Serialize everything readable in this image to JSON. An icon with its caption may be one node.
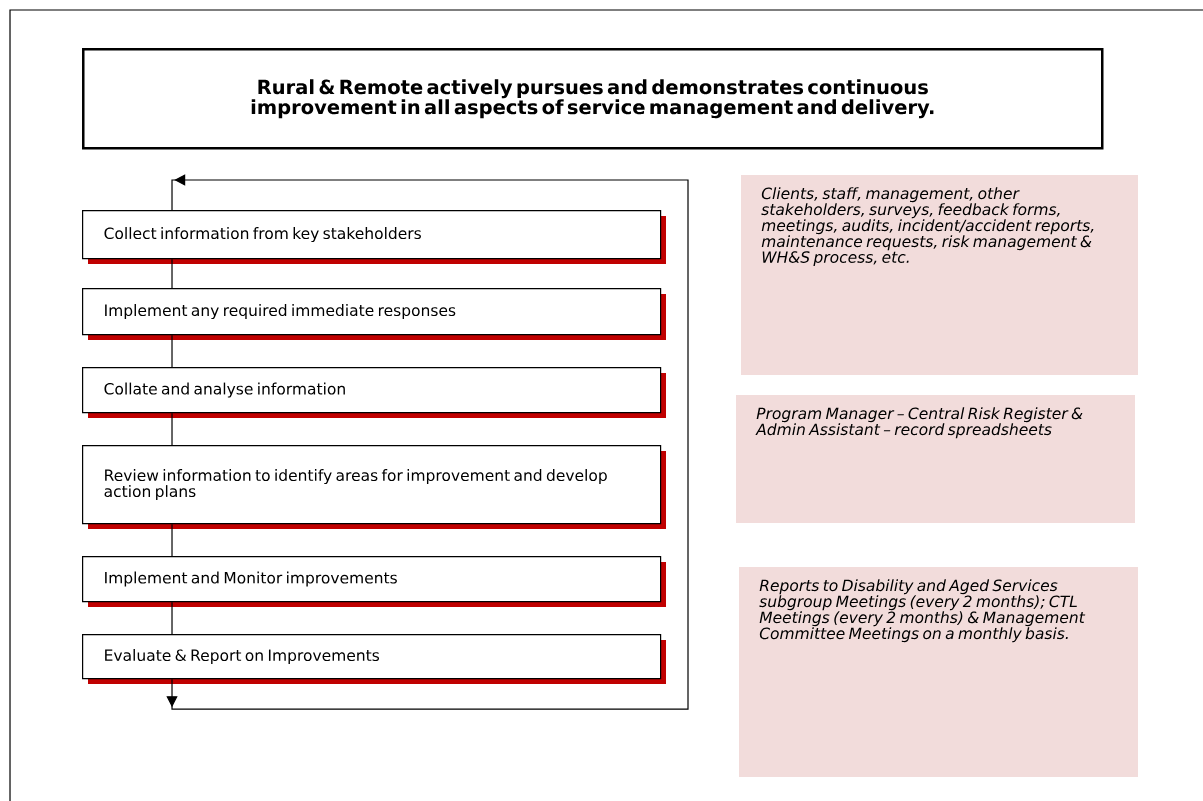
{
  "diagram": {
    "title": "Rural & Remote actively pursues and demonstrates continuous improvement in all aspects of service management and delivery.",
    "nodes": [
      {
        "text": [
          "Collect information from key stakeholders"
        ]
      },
      {
        "text": [
          "Implement any required immediate responses"
        ]
      },
      {
        "text": [
          "Collate and analyse information"
        ]
      },
      {
        "text": [
          "Review information to identify areas for improvement and develop action plans"
        ]
      },
      {
        "text": [
          "Implement and Monitor improvements"
        ]
      },
      {
        "text": [
          "Evaluate & Report on Improvements"
        ]
      },
      {
        "text": [
          "Clients, staff, management, other stakeholders, surveys, feedback forms, meetings, audits, incident/accident reports, maintenance requests, risk management & WH&S process, etc."
        ]
      },
      {
        "text": [
          "Program Manager – Central Risk Register & Admin Assistant – record spreadsheets"
        ]
      },
      {
        "text": [
          "Reports to Disability and Aged Services subgroup Meetings (every 2 months); CTL Meetings (every 2 months) & Management Committee Meetings on a monthly basis."
        ]
      }
    ],
    "edges": [
      {
        "from": 0,
        "to": 1,
        "arrow": "none"
      },
      {
        "from": 1,
        "to": 2,
        "arrow": "none"
      },
      {
        "from": 2,
        "to": 3,
        "arrow": "none"
      },
      {
        "from": 3,
        "to": 4,
        "arrow": "none"
      },
      {
        "from": 4,
        "to": 5,
        "arrow": "none"
      },
      {
        "from": 5,
        "to": 0,
        "arrow": "to"
      }
    ]
  }
}
